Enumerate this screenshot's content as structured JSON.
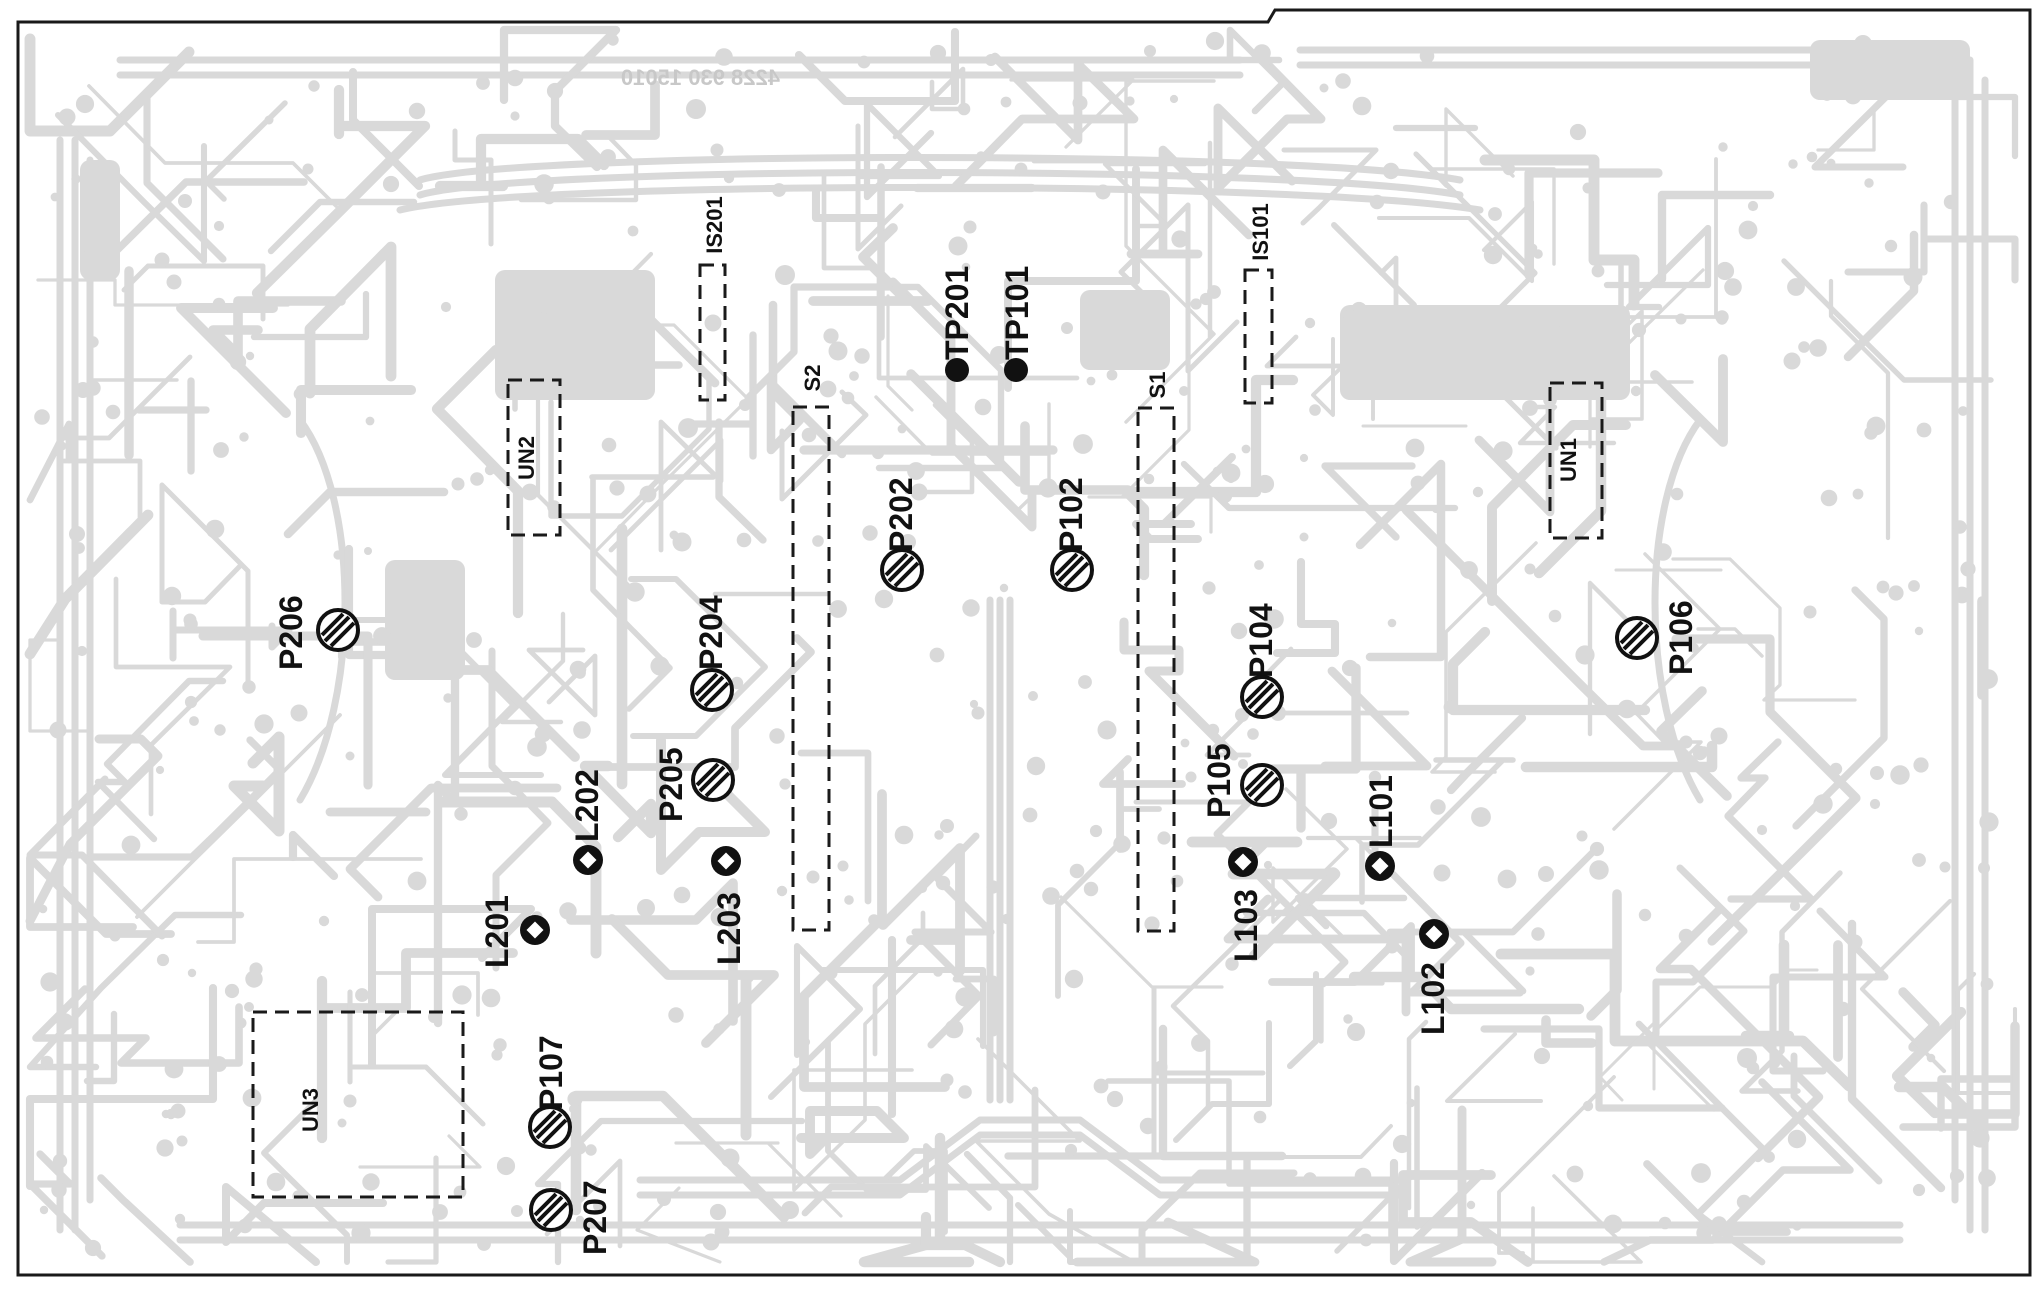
{
  "board": {
    "part_number": "4228 930 15010",
    "colors": {
      "trace": "#d9d9d9",
      "ink": "#111111",
      "outline": "#1a1a1a",
      "paper": "#ffffff"
    }
  },
  "modules": [
    {
      "id": "un2",
      "label": "UN2"
    },
    {
      "id": "un1",
      "label": "UN1"
    },
    {
      "id": "un3",
      "label": "UN3"
    },
    {
      "id": "s2",
      "label": "S2"
    },
    {
      "id": "s1",
      "label": "S1"
    },
    {
      "id": "is201",
      "label": "IS201"
    },
    {
      "id": "is101",
      "label": "IS101"
    }
  ],
  "test_points": [
    {
      "id": "tp201",
      "label": "TP201"
    },
    {
      "id": "tp101",
      "label": "TP101"
    }
  ],
  "potentiometers": [
    {
      "id": "p202",
      "label": "P202",
      "icon": "trimmer-icon"
    },
    {
      "id": "p102",
      "label": "P102",
      "icon": "trimmer-icon"
    },
    {
      "id": "p206",
      "label": "P206",
      "icon": "trimmer-icon"
    },
    {
      "id": "p204",
      "label": "P204",
      "icon": "trimmer-icon"
    },
    {
      "id": "p205",
      "label": "P205",
      "icon": "trimmer-icon"
    },
    {
      "id": "p104",
      "label": "P104",
      "icon": "trimmer-icon"
    },
    {
      "id": "p105",
      "label": "P105",
      "icon": "trimmer-icon"
    },
    {
      "id": "p106",
      "label": "P106",
      "icon": "trimmer-icon"
    },
    {
      "id": "p107",
      "label": "P107",
      "icon": "trimmer-icon"
    },
    {
      "id": "p207",
      "label": "P207",
      "icon": "trimmer-icon"
    }
  ],
  "coils": [
    {
      "id": "l202",
      "label": "L202",
      "icon": "coil-icon"
    },
    {
      "id": "l203",
      "label": "L203",
      "icon": "coil-icon"
    },
    {
      "id": "l201",
      "label": "L201",
      "icon": "coil-icon"
    },
    {
      "id": "l103",
      "label": "L103",
      "icon": "coil-icon"
    },
    {
      "id": "l101",
      "label": "L101",
      "icon": "coil-icon"
    },
    {
      "id": "l102",
      "label": "L102",
      "icon": "coil-icon"
    }
  ]
}
